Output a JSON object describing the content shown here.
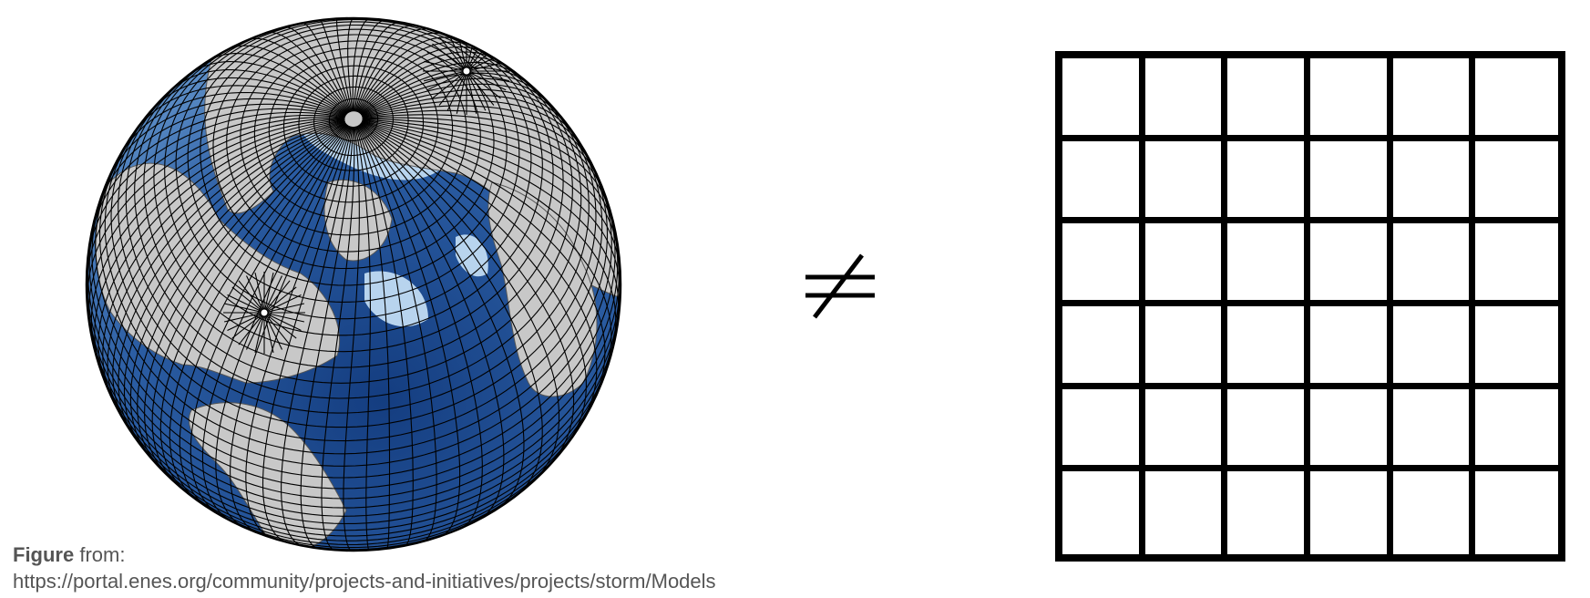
{
  "caption": {
    "label_bold": "Figure",
    "label_rest": " from:",
    "url": "https://portal.enes.org/community/projects-and-initiatives/projects/storm/Models"
  },
  "relation_symbol": "≠",
  "square_grid": {
    "rows": 6,
    "cols": 6
  },
  "colors": {
    "ocean_deep": "#1f4a8f",
    "ocean_mid": "#4f7fbd",
    "ocean_shallow": "#b8d4ee",
    "land": "#c8c8c8",
    "grid_lines": "#000000"
  }
}
